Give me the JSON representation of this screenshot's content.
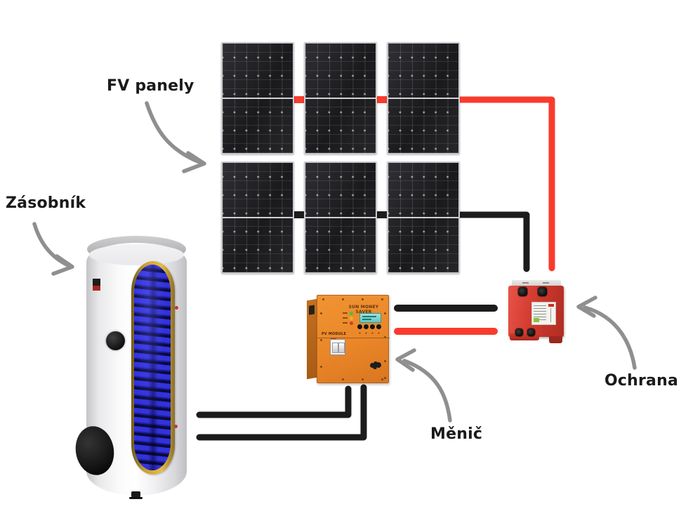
{
  "diagram": {
    "description": "PV solar water-heating system wiring diagram",
    "labels": {
      "panels": "FV panely",
      "tank": "Zásobník",
      "inverter": "Měnič",
      "protection": "Ochrana"
    },
    "components": {
      "pv_array": {
        "rows": 2,
        "cols": 3
      },
      "inverter": {
        "brand_text": "SUN MONEY SAVER",
        "module_text": "PV MODULE"
      }
    },
    "colors": {
      "wire_red": "#f93b2e",
      "wire_black": "#1c1c1c",
      "arrow_gray": "#8f8f8f",
      "inverter_orange": "#ea8628",
      "protection_red": "#d23a2f",
      "coil_blue": "#3232de",
      "insulation_yellow": "#e7bd46"
    }
  }
}
